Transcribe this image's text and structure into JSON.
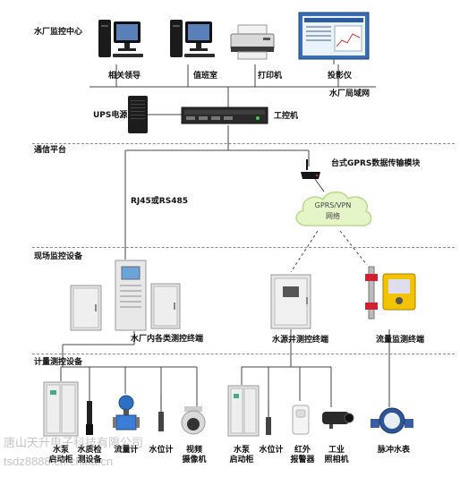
{
  "sections": {
    "control_center": "水厂监控中心",
    "comm_platform": "通信平台",
    "field_monitor": "现场监控设备",
    "metering": "计量测控设备"
  },
  "top_devices": {
    "leaders": "相关领导",
    "duty_room": "值班室",
    "printer": "打印机",
    "projector": "投影仪",
    "lan": "水厂局域网"
  },
  "server_row": {
    "ups": "UPS电源",
    "ipc": "工控机"
  },
  "comm": {
    "gprs_module": "台式GPRS数据传输模块",
    "cloud_line1": "GPRS/VPN",
    "cloud_line2": "网络",
    "rs485": "RJ45或RS485"
  },
  "field": {
    "plant_terminals": "水厂内各类测控终端",
    "well_terminal": "水源井测控终端",
    "flow_terminal": "流量监测终端"
  },
  "bottom_devices": [
    {
      "line1": "水泵",
      "line2": "启动柜"
    },
    {
      "line1": "水质检",
      "line2": "测设备"
    },
    {
      "line1": "流量计",
      "line2": ""
    },
    {
      "line1": "水位计",
      "line2": ""
    },
    {
      "line1": "视频",
      "line2": "摄像机"
    },
    {
      "line1": "水泵",
      "line2": "启动柜"
    },
    {
      "line1": "水位计",
      "line2": ""
    },
    {
      "line1": "红外",
      "line2": "报警器"
    },
    {
      "line1": "工业",
      "line2": "照相机"
    },
    {
      "line1": "脉冲水表",
      "line2": ""
    }
  ],
  "watermark": {
    "line1": "唐山天升电子科技有限公司",
    "line2": "tsdz8888.cn.china.cn"
  }
}
